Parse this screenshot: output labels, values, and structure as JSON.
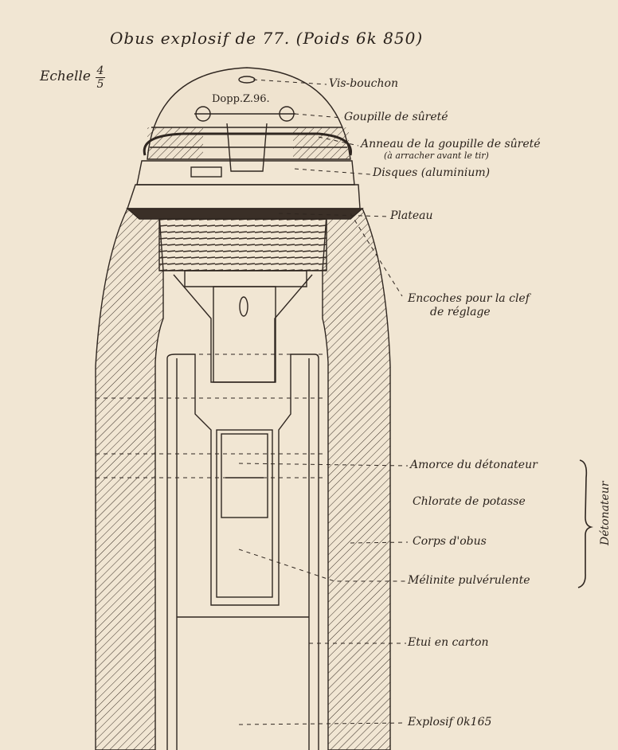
{
  "title": "Obus explosif de 77. (Poids 6k 850)",
  "scale": {
    "label": "Echelle",
    "numerator": "4",
    "denominator": "5"
  },
  "fuze_marking": "Dopp.Z.96.",
  "labels": {
    "vis_bouchon": "Vis-bouchon",
    "goupille": "Goupille de sûreté",
    "anneau": "Anneau de la goupille de sûreté",
    "anneau_note": "(à arracher avant le tir)",
    "disques": "Disques (aluminium)",
    "plateau": "Plateau",
    "encoches_1": "Encoches pour la clef",
    "encoches_2": "de réglage",
    "amorce": "Amorce du détonateur",
    "chlorate": "Chlorate de potasse",
    "corps": "Corps d'obus",
    "melinite": "Mélinite pulvérulente",
    "detonateur": "Détonateur",
    "etui": "Etui en carton",
    "explosif": "Explosif 0k165"
  }
}
